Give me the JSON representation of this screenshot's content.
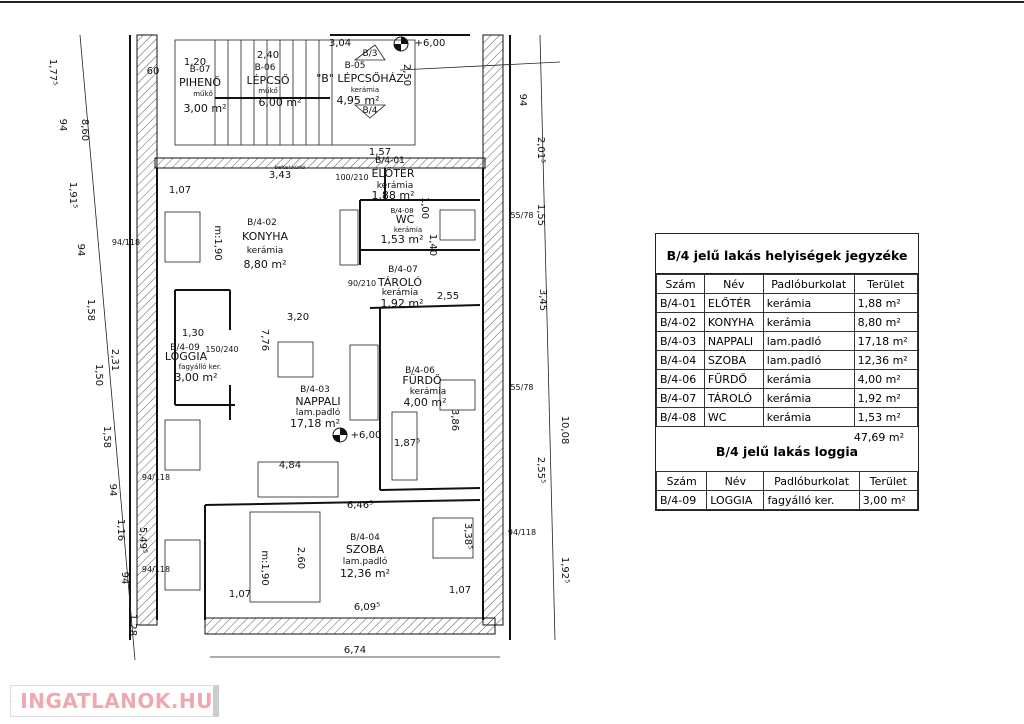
{
  "plan": {
    "rooms": [
      {
        "code": "B-07",
        "name": "PIHENŐ",
        "floor": "műkő",
        "area": "3,00 m²"
      },
      {
        "code": "B-06",
        "name": "LÉPCSŐ",
        "floor": "műkő",
        "area": "6,00 m²"
      },
      {
        "code": "B-05",
        "name": "\"B\" LÉPCSŐHÁZ",
        "floor": "kerámia",
        "area": "4,95 m²"
      },
      {
        "code": "B/4-01",
        "name": "ELŐTÉR",
        "floor": "kerámia",
        "area": "1,88 m²"
      },
      {
        "code": "B/4-02",
        "name": "KONYHA",
        "floor": "kerámia",
        "area": "8,80 m²"
      },
      {
        "code": "B/4-08",
        "name": "WC",
        "floor": "kerámia",
        "area": "1,53 m²"
      },
      {
        "code": "B/4-07",
        "name": "TÁROLÓ",
        "floor": "kerámia",
        "area": "1,92 m²"
      },
      {
        "code": "B/4-09",
        "name": "LOGGIA",
        "floor": "fagyálló ker.",
        "area": "3,00 m²"
      },
      {
        "code": "B/4-03",
        "name": "NAPPALI",
        "floor": "lam.padló",
        "area": "17,18 m²"
      },
      {
        "code": "B/4-06",
        "name": "FÜRDŐ",
        "floor": "kerámia",
        "area": "4,00 m²"
      },
      {
        "code": "B/4-04",
        "name": "SZOBA",
        "floor": "lam.padló",
        "area": "12,36 m²"
      }
    ],
    "markers": {
      "b3": "B/3",
      "b4": "B/4",
      "level_top": "+6,00",
      "level_living": "+6,00",
      "chimney": "befüst.kürtő"
    },
    "dims": [
      "1,20",
      "2,40",
      "3,04",
      "1,07",
      "3,43",
      "3,20",
      "1,30",
      "4,84",
      "6,46⁵",
      "2,60",
      "6,09⁵",
      "1,07",
      "1,07",
      "6,74",
      "10,08",
      "3,45",
      "2,55⁵",
      "2,31",
      "5,49⁵",
      "8,60",
      "1,91⁵",
      "1,77⁵",
      "94",
      "94",
      "1,58",
      "1,50",
      "1,58",
      "94",
      "1,16",
      "94",
      "1,28",
      "2,01⁵",
      "1,92⁵",
      "1,55",
      "3,86",
      "1,87⁵",
      "2,55",
      "7,76",
      "m:1,90",
      "m:1,90",
      "3,38⁵",
      "94/118",
      "94/118",
      "94/118",
      "94/118",
      "55/78",
      "55/78",
      "100/210",
      "90/210",
      "150/240",
      "2,50",
      "1,57",
      "1,40",
      "1,00",
      "60",
      "94"
    ]
  },
  "legend": {
    "title": "B/4 jelű lakás helyiségek jegyzéke",
    "headers": [
      "Szám",
      "Név",
      "Padlóburkolat",
      "Terület"
    ],
    "rows": [
      [
        "B/4-01",
        "ELŐTÉR",
        "kerámia",
        "1,88 m²"
      ],
      [
        "B/4-02",
        "KONYHA",
        "kerámia",
        "8,80 m²"
      ],
      [
        "B/4-03",
        "NAPPALI",
        "lam.padló",
        "17,18 m²"
      ],
      [
        "B/4-04",
        "SZOBA",
        "lam.padló",
        "12,36 m²"
      ],
      [
        "B/4-06",
        "FÜRDŐ",
        "kerámia",
        "4,00 m²"
      ],
      [
        "B/4-07",
        "TÁROLÓ",
        "kerámia",
        "1,92 m²"
      ],
      [
        "B/4-08",
        "WC",
        "kerámia",
        "1,53 m²"
      ]
    ],
    "total": "47,69 m²",
    "loggia_title": "B/4 jelű lakás loggia",
    "loggia_headers": [
      "Szám",
      "Név",
      "Padlóburkolat",
      "Terület"
    ],
    "loggia_row": [
      "B/4-09",
      "LOGGIA",
      "fagyálló ker.",
      "3,00 m²"
    ]
  },
  "watermark": {
    "text": "INGATLANOK.HU",
    "color": "#f0a8b0"
  }
}
